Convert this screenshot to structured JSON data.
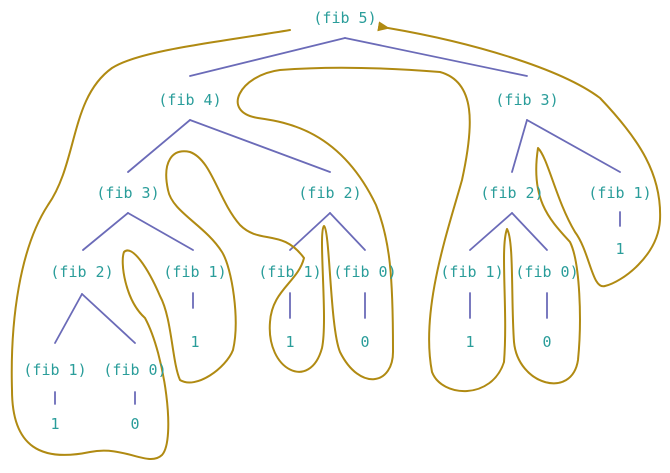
{
  "tree": {
    "nodes": {
      "n5": "(fib 5)",
      "n4": "(fib 4)",
      "n3r": "(fib 3)",
      "n3l": "(fib 3)",
      "n2m": "(fib 2)",
      "n2r": "(fib 2)",
      "n1r": "(fib 1)",
      "n2l": "(fib 2)",
      "n1a": "(fib 1)",
      "n1b": "(fib 1)",
      "n0b": "(fib 0)",
      "n1c": "(fib 1)",
      "n0c": "(fib 0)",
      "n1d": "(fib 1)",
      "n0d": "(fib 0)",
      "v1d": "1",
      "v0d": "0",
      "v1a": "1",
      "v1b": "1",
      "v0b": "0",
      "v1c": "1",
      "v0c": "0",
      "v1r": "1"
    }
  },
  "colors": {
    "label": "#2a9d9a",
    "edge": "#6b6bb8",
    "trace": "#b08a12"
  }
}
